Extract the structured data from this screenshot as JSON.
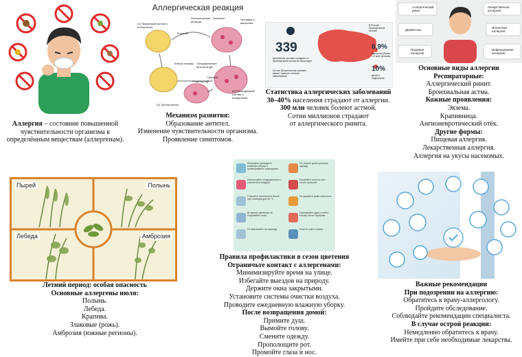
{
  "panel1": {
    "caption_term": "Аллергия",
    "caption_text": " – состояние повышенной чувствительности организма к определённым веществам (аллергенам)."
  },
  "panel2": {
    "image_title": "Аллергическая реакция",
    "diagram_labels": {
      "first_contact": "(1) Первичный контакт с аллергеном",
      "allergic_reaction": "Аллергическая реакция",
      "histamine": "Гистамин и вещества",
      "allergen": "Аллерген",
      "b_cell": "B-клетка",
      "plasma_cell": "Клетка плазмы",
      "antibody": "Специфические антитела IgE",
      "granule": "Гранула",
      "receptor": "Рецептор IgE",
      "mast_cell": "(3) Тучная клетка",
      "subsequent": "(4) Последующий контакт с аллергеном"
    },
    "heading": "Механизм развития:",
    "lines": [
      "Образование антител.",
      "Изменение чувствительности организма.",
      "Проявление симптомов."
    ]
  },
  "panel3": {
    "infographic": {
      "big_number": "339",
      "big_number_text": "миллионов человек страдают от бронхиальной астмы во всем мире",
      "sub_text": "Из них 36 миллионов человек имеют тяжелое течение заболевания",
      "russia_text": "В России бронхиальной астмой",
      "pct1": "6,9%",
      "pct1_text": "взрослых (более 1,2 млн человек)",
      "pct2": "10%",
      "pct2_text": "детей и подростков"
    },
    "heading": "Статистика аллергических заболеваний",
    "line1_bold": "30–40%",
    "line1_rest": " населения страдают от аллергии.",
    "line2_bold": "300 млн",
    "line2_rest": " человек болеют астмой.",
    "line3": "Сотни миллионов страдают от аллергического ринита."
  },
  "panel4": {
    "image_labels": {
      "rhinitis": "Аллергический ринит",
      "drug": "Лекарственная аллергия",
      "dermatosis": "Дерматозы",
      "insect": "Инсектная аллергия",
      "food": "Пищевая аллергия",
      "infection": "Инфекционная аллергия"
    },
    "title": "Основные виды аллергии",
    "group1_title": "Респираторные:",
    "group1": [
      "Аллергический ринит.",
      "Бронхиальная астма."
    ],
    "group2_title": "Кожные проявления:",
    "group2": [
      "Экзема.",
      "Крапивница.",
      "Ангионевротический отёк."
    ],
    "group3_title": "Другие формы:",
    "group3": [
      "Пищевая аллергия.",
      "Лекарственная аллергия.",
      "Аллергия на укусы насекомых."
    ]
  },
  "panel6": {
    "labels": {
      "top_left": "Пырей",
      "top_right": "Полынь",
      "bottom_left": "Лебеда",
      "bottom_right": "Амброзия"
    },
    "title": "Летний период: особая опасность",
    "subtitle": "Основные аллергены июля:",
    "items": [
      "Полынь.",
      "Лебеда.",
      "Крапива.",
      "Злаковые (рожь).",
      "Амброзия (южные регионы)."
    ]
  },
  "panel7": {
    "infographic_rows": [
      "Регулярно проводите влажную уборку и проветривайте помещение",
      "Не носите дома уличную одежду",
      "Используйте кондиционеры и очистители воздуха",
      "Промойте полость рта после прогулки",
      "Стирайте постельное бельё при температуре 60 °С",
      "Не держите дома животных",
      "Во время цветения не открывайте окна",
      "Принимайте душ и мойте голову после прогулки",
      "Не выезжайте на природу",
      "Носите очки и маску"
    ],
    "title": "Правила профилактики в сезон цветения",
    "subtitle1": "Ограничьте контакт с аллергенами:",
    "group1": [
      "Минимизируйте время на улице.",
      "Избегайте выездов на природу.",
      "Держите окна закрытыми.",
      "Установите системы очистки воздуха.",
      "Проводите ежедневную влажную уборку."
    ],
    "subtitle2": "После возвращения домой:",
    "group2": [
      "Примите душ.",
      "Вымойте голову.",
      "Смените одежду.",
      "Прополощите рот.",
      "Промойте глаза и нос."
    ]
  },
  "panel8": {
    "title": "Важные рекомендации",
    "subtitle1": "При подозрении на аллергию:",
    "group1": [
      "Обратитесь к врачу-аллергологу.",
      "Пройдите обследование.",
      "Соблюдайте рекомендации специалиста."
    ],
    "subtitle2": "В случае острой реакции:",
    "group2": [
      "Немедленно обратитесь к врачу.",
      "Имейте при себе необходимые лекарства."
    ]
  },
  "colors": {
    "accent_red": "#e02a2a",
    "doctor_blue": "#5aa7d6",
    "frame_orange": "#d9822b",
    "infographic_dark": "#1d3142",
    "mint": "#d9efe6"
  }
}
